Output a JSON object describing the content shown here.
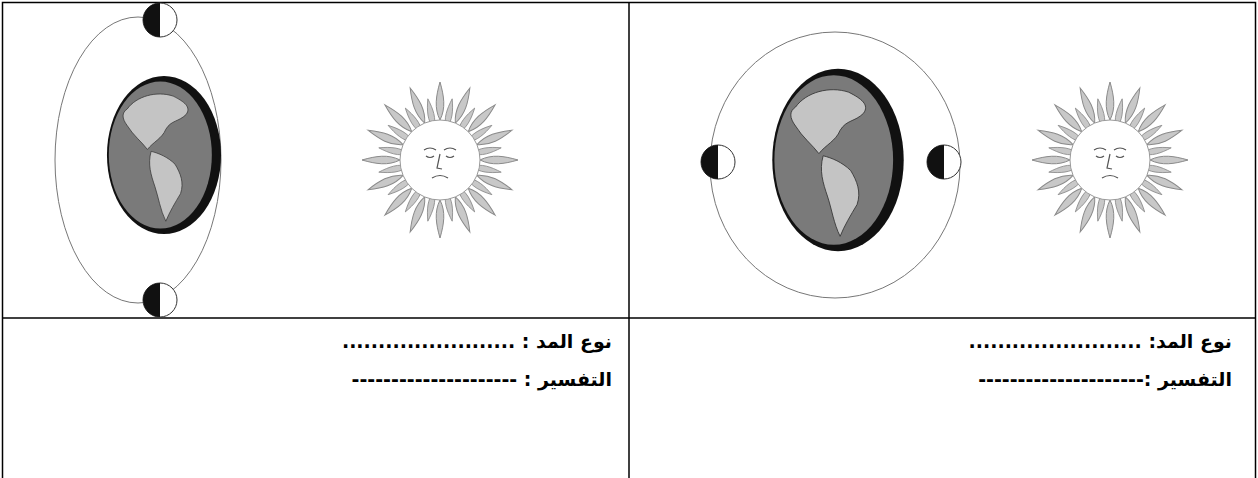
{
  "diagram": {
    "labels": [
      "نوع المد: ........................",
      "التفسير :---------------------",
      "نوع المد : ........................",
      "التفسير : ---------------------"
    ]
  }
}
